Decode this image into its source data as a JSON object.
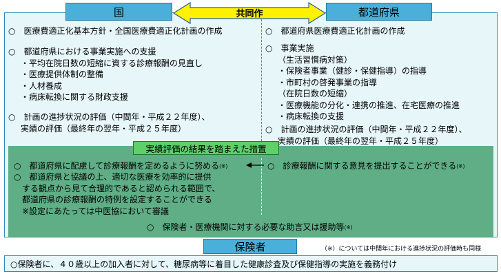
{
  "header": {
    "kuni": "国",
    "todofuken": "都道府県",
    "kyodo": "共同作"
  },
  "left_column": {
    "item1": "○　医療費適正化基本方針・全国医療費適正化計画の作成",
    "item2_title": "○　都道府県における事業実施への支援",
    "item2_sub": [
      "・平均在院日数の短縮に資する診療報酬の見直し",
      "・医療提供体制の整備",
      "・人材養成",
      "・病床転換に関する財政支援"
    ],
    "item3_line1": "○　計画の進捗状況の評価（中間年・平成２２年度）、",
    "item3_line2": "実績の評価（最終年の翌年・平成２５年度）"
  },
  "right_column": {
    "item1": "○　都道府県医療費適正化計画の作成",
    "item2_title": "○　事業実施",
    "item2_sub": [
      "（生活習慣病対策）",
      "・保険者事業（健診・保健指導）の指導",
      "・市町村の啓発事業の指導",
      "（在院日数の短縮）",
      "・医療機能の分化・連携の推進、在宅医療の推進",
      "・病床転換の支援"
    ],
    "item3_line1": "○　計画の進捗状況の評価（中間年・平成２２年度）、",
    "item3_line2": "実績の評価（最終年の翌年・平成２５年度）"
  },
  "measures": {
    "band_label": "実績評価の結果を踏まえた措置",
    "left_item1_text": "○　都道府県に配慮して診療報酬を定めるように努める",
    "left_item1_mark": "(※)",
    "left_item2_lines": [
      "○　都道府県と協議の上、適切な医療を効率的に提供",
      "する観点から見て合理的であると認められる範囲で、",
      "都道府県の診療報酬の特例を設定することができる",
      "※設定にあたっては中医協において審議"
    ],
    "right_item1_text": "○　診療報酬に関する意見を提出することができる",
    "right_item1_mark": "(※)",
    "bottom_item_text": "○　保険者・医療機関に対する必要な助言又は援助等",
    "bottom_item_mark": "(※)"
  },
  "insurer": {
    "title": "保険者",
    "footnote": "（※）については中間年における進捗状況の評価時も同様",
    "description": "○保険者に、４０歳以上の加入者に対して、糖尿病等に着目した健康診査及び保健指導の実施を義務付け"
  },
  "colors": {
    "header_blue": "#4ab0da",
    "panel_bg": "#e7f6f9",
    "arrow_yellow": "#fff200",
    "band_green": "#5fae86",
    "label_green": "#5fcf6a"
  }
}
